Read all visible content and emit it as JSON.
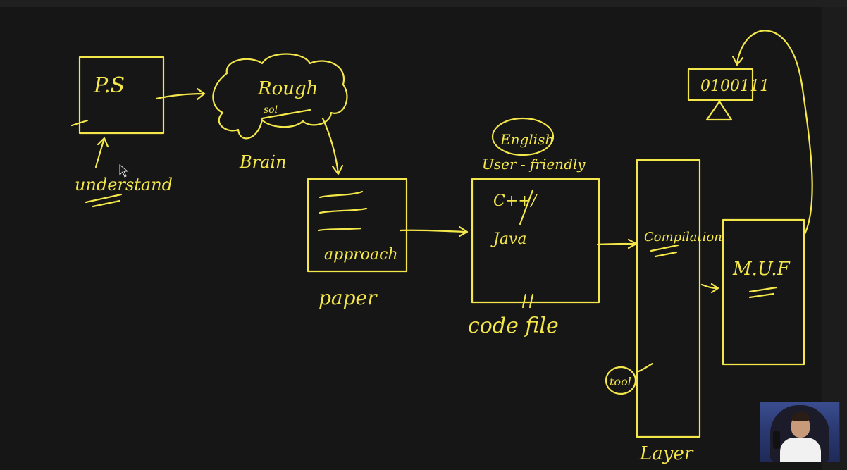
{
  "labels": {
    "ps": "P.S",
    "understand": "understand",
    "rough": "Rough",
    "sol": "sol",
    "brain": "Brain",
    "approach": "approach",
    "paper": "paper",
    "english": "English",
    "user_friendly": "User - friendly",
    "cpp": "C++/",
    "java": "Java",
    "code_file": "code file",
    "compilation": "Compilation",
    "tool": "tool",
    "layer": "Layer",
    "binary": "0100111",
    "muf": "M.U.F"
  },
  "colors": {
    "background": "#161616",
    "ink": "#f4e74a"
  },
  "icons": {
    "cursor": "mouse-cursor-icon"
  }
}
